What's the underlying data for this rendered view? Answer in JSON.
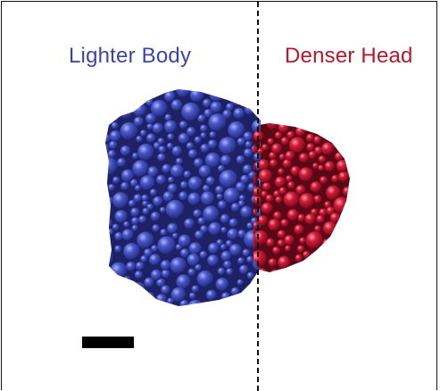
{
  "labels": {
    "left": "Lighter Body",
    "right": "Denser Head"
  },
  "colors": {
    "body": "#3c48a8",
    "body_dark": "#161a4e",
    "body_label": "#3b45ad",
    "head": "#c0142e",
    "head_dark": "#4e0612",
    "head_label": "#b8172f"
  },
  "icons": {
    "scale": "scale-bar"
  }
}
